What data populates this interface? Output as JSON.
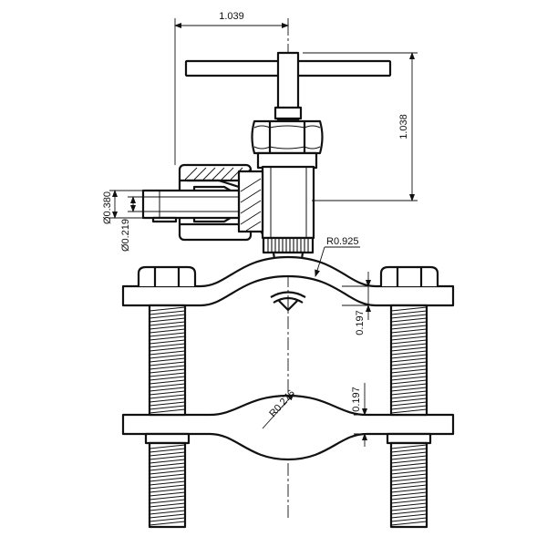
{
  "dimensions": {
    "top_width": "1.039",
    "right_height": "1.038",
    "outer_diameter": "Ø0.380",
    "inner_diameter": "Ø0.219",
    "saddle_radius": "R0.925",
    "upper_clamp_thickness": "0.197",
    "lower_clamp_thickness": "0.197",
    "lower_radius": "R0.276"
  }
}
